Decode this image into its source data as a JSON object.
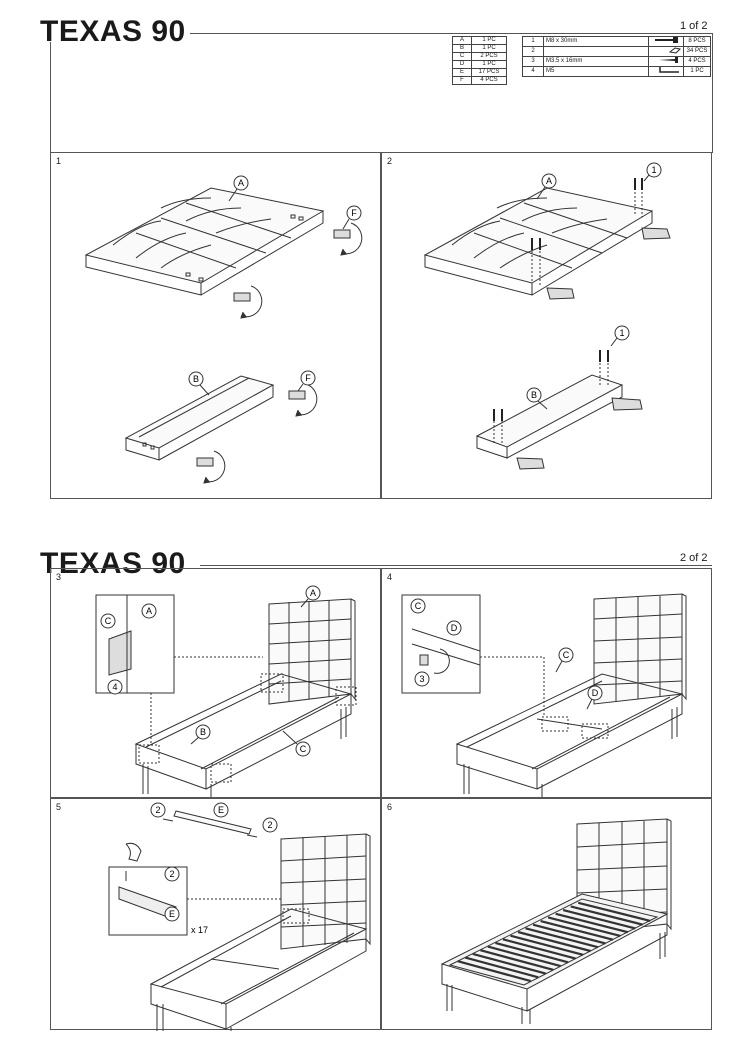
{
  "sheets": [
    {
      "title": "TEXAS 90",
      "page": "1 of 2"
    },
    {
      "title": "TEXAS 90",
      "page": "2 of 2"
    }
  ],
  "parts": [
    {
      "id": "A",
      "qty": "1 PC"
    },
    {
      "id": "B",
      "qty": "1 PC"
    },
    {
      "id": "C",
      "qty": "2 PCS"
    },
    {
      "id": "D",
      "qty": "1 PC"
    },
    {
      "id": "E",
      "qty": "17 PCS"
    },
    {
      "id": "F",
      "qty": "4 PCS"
    }
  ],
  "hardware": [
    {
      "no": "1",
      "desc": "M8 x 30mm",
      "icon": "bolt-icon",
      "qty": "8 PCS"
    },
    {
      "no": "2",
      "desc": "",
      "icon": "slat-clip-icon",
      "qty": "34 PCS"
    },
    {
      "no": "3",
      "desc": "M3.5 x 16mm",
      "icon": "screw-icon",
      "qty": "4 PCS"
    },
    {
      "no": "4",
      "desc": "M5",
      "icon": "allen-key-icon",
      "qty": "1 PC"
    }
  ],
  "steps": [
    "1",
    "2",
    "3",
    "4",
    "5",
    "6"
  ],
  "callouts": {
    "a": "A",
    "b": "B",
    "c": "C",
    "d": "D",
    "e": "E",
    "f": "F",
    "one": "1",
    "two": "2",
    "three": "3",
    "four": "4"
  },
  "multiplier": "x 17"
}
